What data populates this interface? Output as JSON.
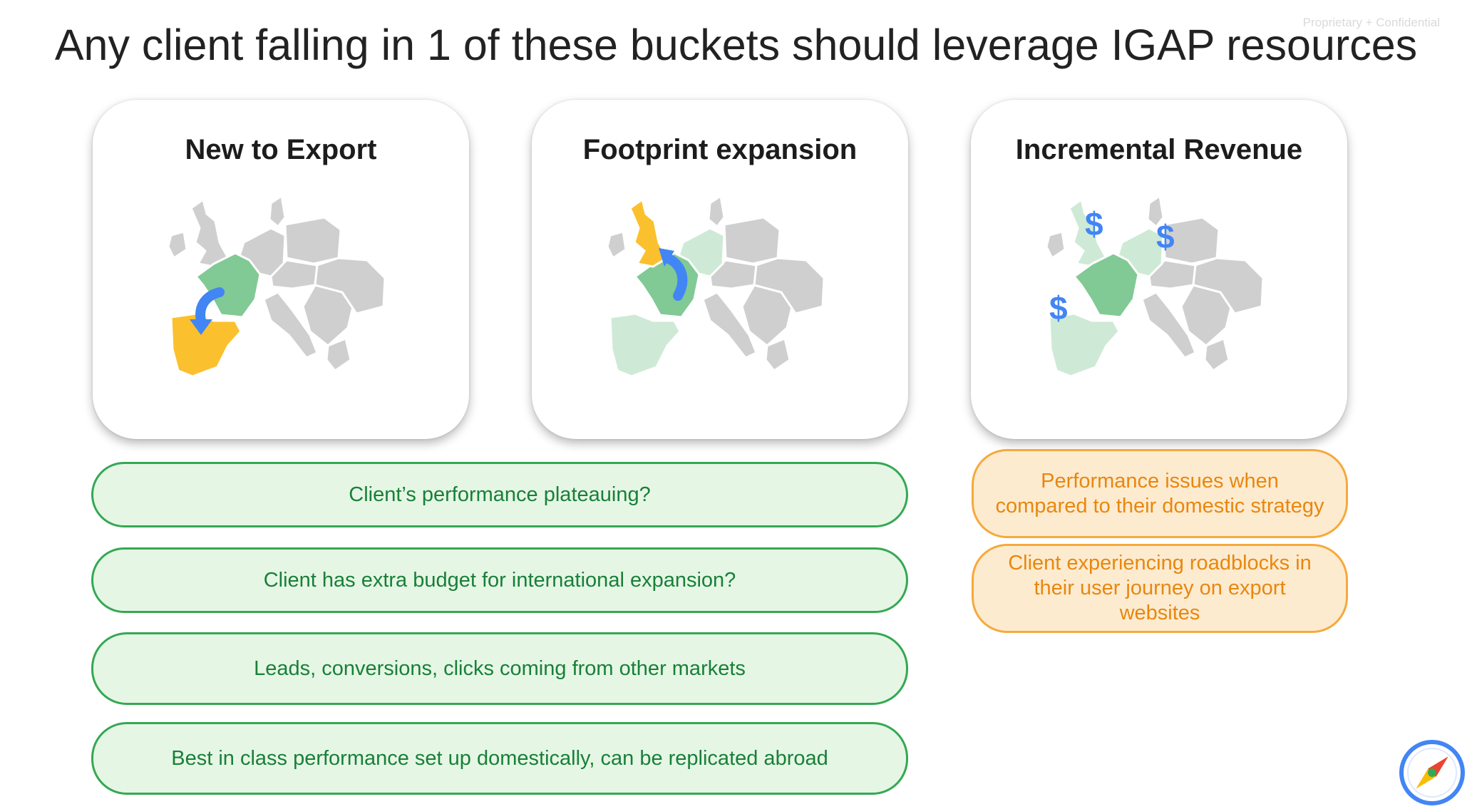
{
  "header": {
    "confidential": "Proprietary + Confidential",
    "title": "Any client falling in 1 of these buckets should leverage IGAP resources"
  },
  "cards": [
    {
      "title": "New to Export"
    },
    {
      "title": "Footprint expansion"
    },
    {
      "title": "Incremental Revenue",
      "currency_symbol": "$"
    }
  ],
  "green_criteria": [
    "Client’s performance plateauing?",
    "Client has extra budget for international expansion?",
    "Leads, conversions, clicks coming from other markets",
    "Best in class performance set up domestically, can be replicated abroad"
  ],
  "orange_criteria": [
    "Performance issues when compared to their domestic strategy",
    "Client experiencing roadblocks in their user journey on export websites"
  ],
  "colors": {
    "map_gray": "#cfcfcf",
    "map_green": "#81c995",
    "map_light_green": "#ceead6",
    "map_yellow": "#fbc02d",
    "arrow_blue": "#4285f4",
    "green_border": "#34a853",
    "green_text": "#188038",
    "orange_border": "#f6a93b",
    "orange_text": "#e8870e"
  },
  "icons": [
    "europe-map-icon",
    "curved-arrow-icon",
    "dollar-icon",
    "compass-logo-icon"
  ]
}
